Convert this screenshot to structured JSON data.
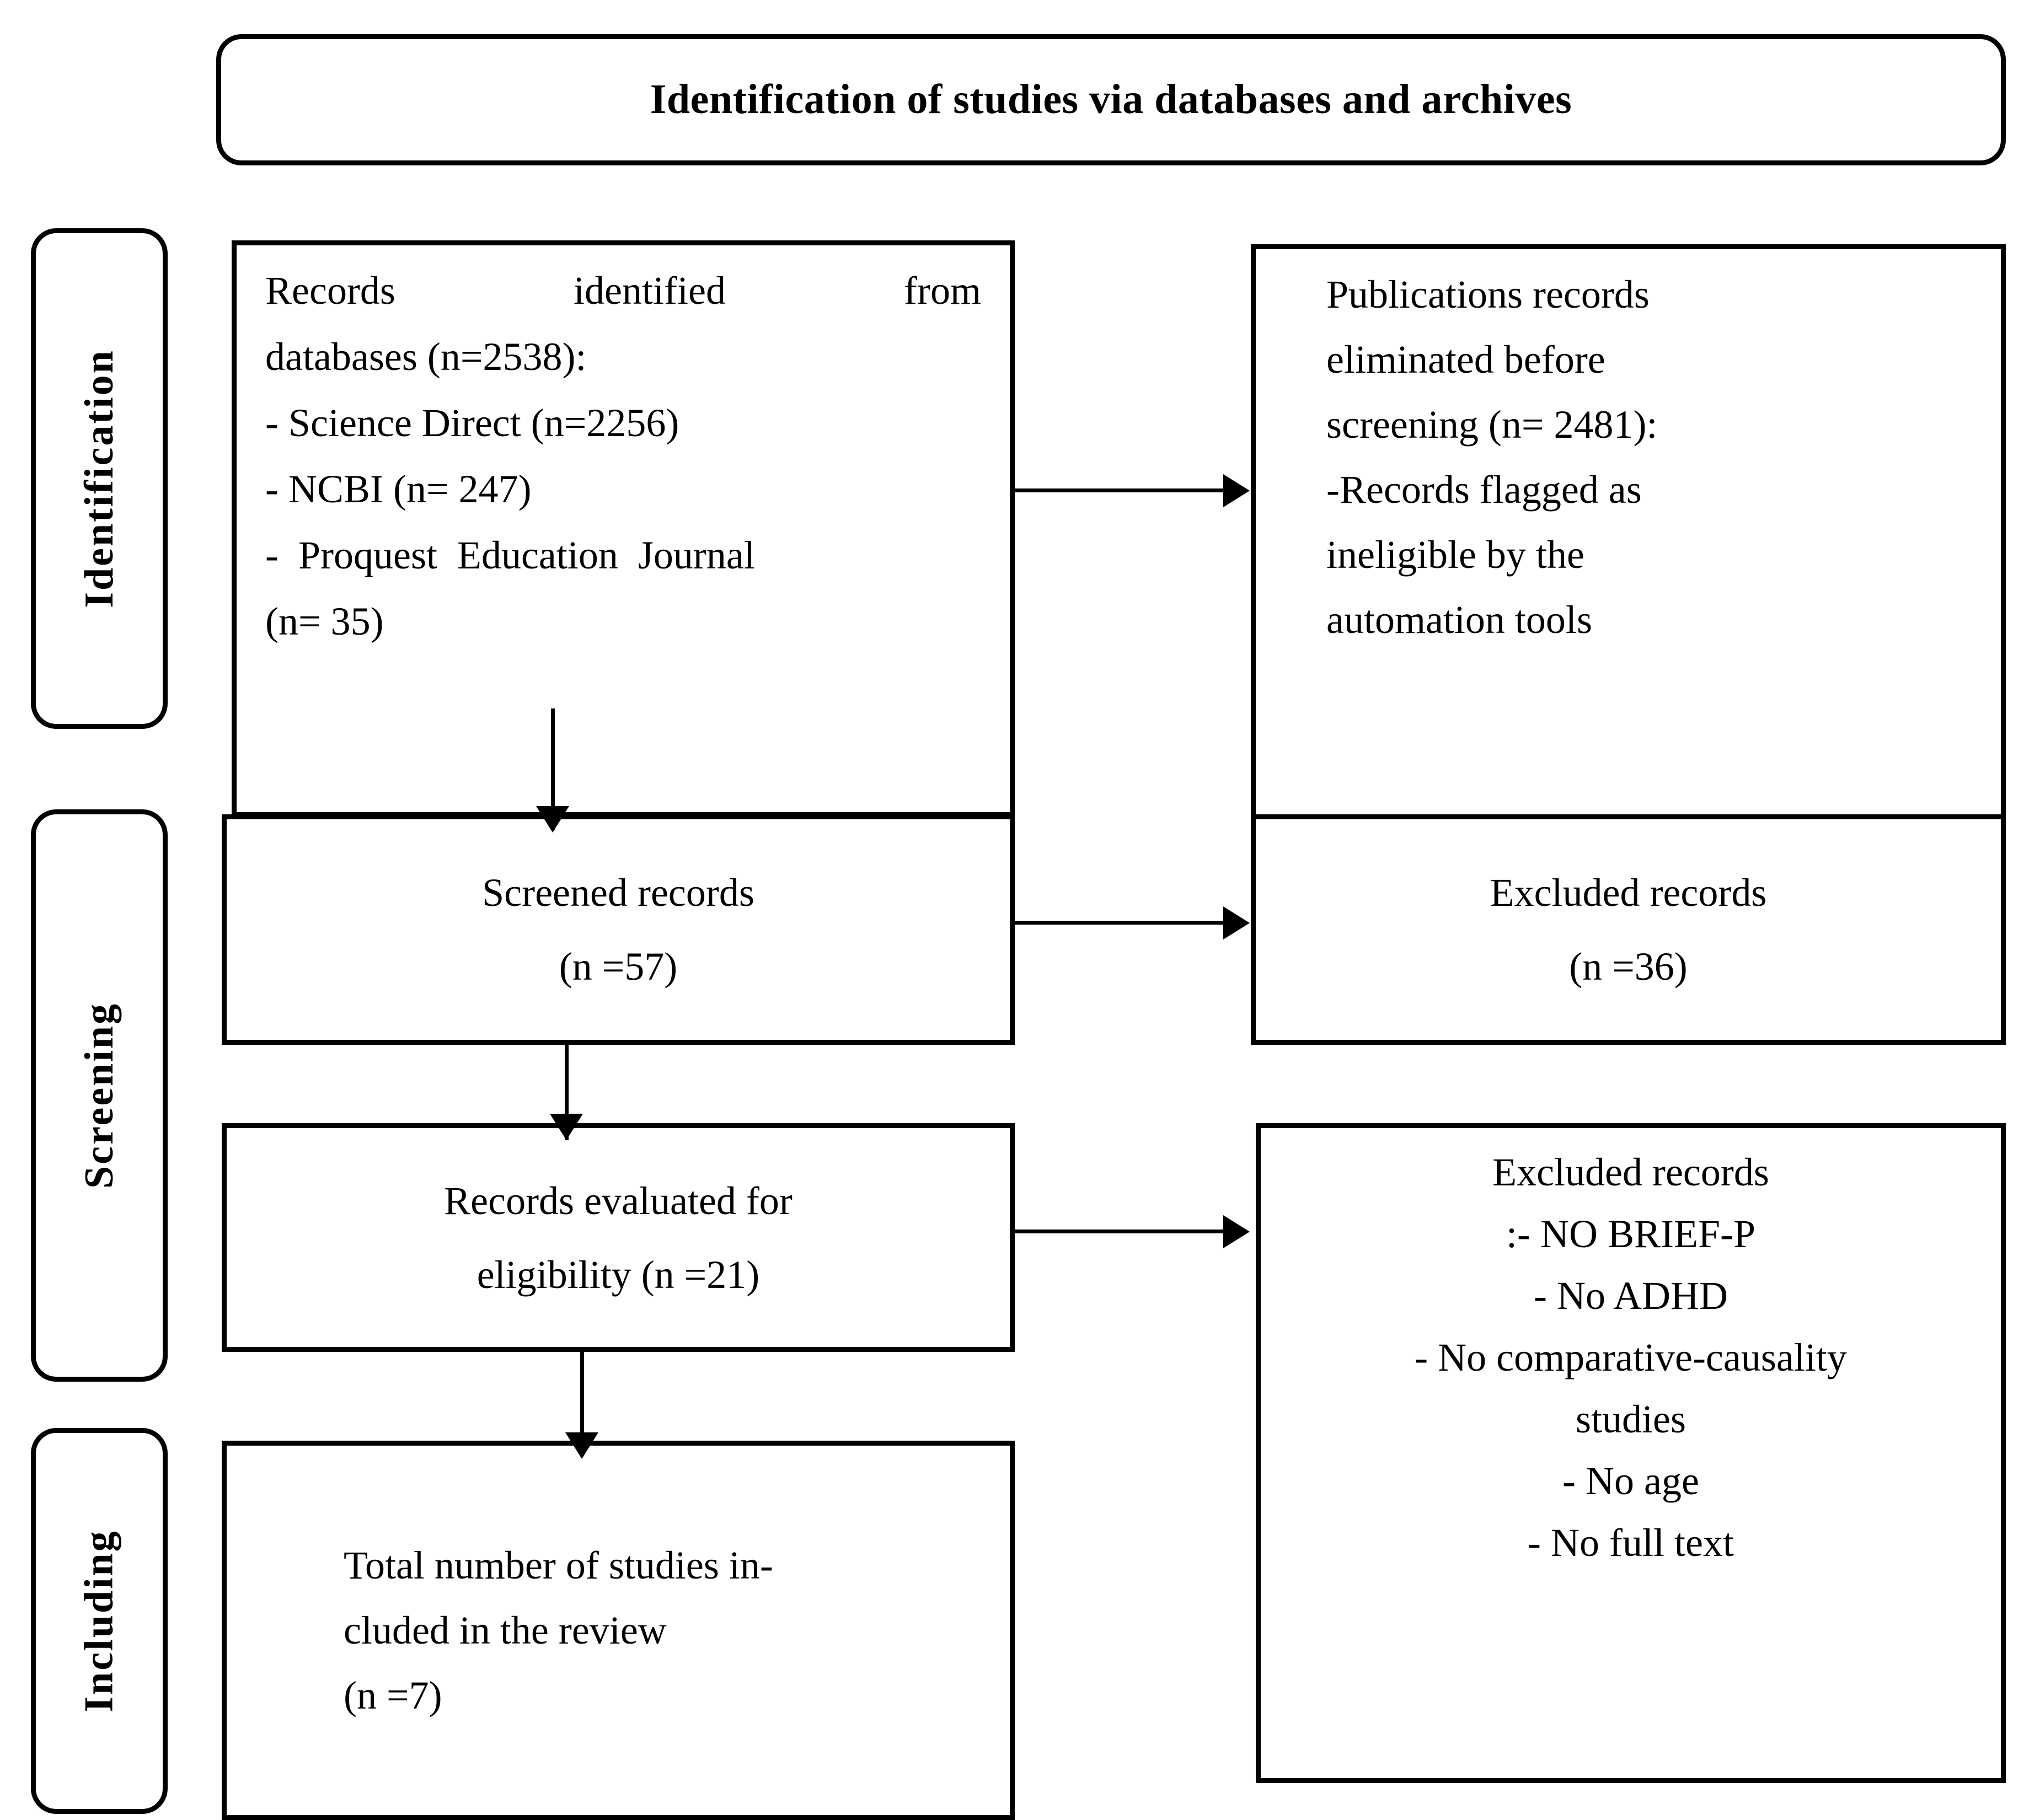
{
  "header": {
    "title": "Identification of studies via databases and archives"
  },
  "stages": [
    {
      "id": "identification",
      "label": "Identification"
    },
    {
      "id": "screening",
      "label": "Screening"
    },
    {
      "id": "including",
      "label": "Including"
    }
  ],
  "boxes": {
    "records_identified": {
      "name": "records-identified-from-databases",
      "lines": [
        "Records identified from",
        "databases (n=2538):",
        "- Science Direct (n=2256)",
        "- NCBI (n= 247)",
        "-  Proquest  Education  Journal",
        "(n= 35)"
      ],
      "line1_words": [
        "Records",
        "identified",
        "from"
      ]
    },
    "publications_eliminated": {
      "name": "publications-records-eliminated-before-screening",
      "lines": [
        "Publications records",
        "eliminated before",
        "screening (n= 2481):",
        "-Records flagged as",
        "ineligible by the",
        "automation tools"
      ]
    },
    "screened_records": {
      "name": "screened-records",
      "lines": [
        "Screened records",
        "(n =57)"
      ]
    },
    "excluded_records_small": {
      "name": "excluded-records-screening",
      "lines": [
        "Excluded records",
        "(n =36)"
      ]
    },
    "records_evaluated": {
      "name": "records-evaluated-for-eligibility",
      "lines": [
        "Records evaluated for",
        "eligibility (n =21)"
      ]
    },
    "excluded_records_large": {
      "name": "excluded-records-eligibility",
      "lines": [
        "Excluded records",
        ":- NO BRIEF-P",
        "- No ADHD",
        "- No comparative-causality",
        "studies",
        "- No age",
        "- No full text"
      ]
    },
    "total_included": {
      "name": "total-studies-included-in-review",
      "lines": [
        "Total number of studies in-",
        "cluded in the review",
        "(n =7)"
      ]
    }
  },
  "flow_data": {
    "type": "prisma-flow",
    "records_identified_total": 2538,
    "sources": [
      {
        "name": "Science Direct",
        "n": 2256
      },
      {
        "name": "NCBI",
        "n": 247
      },
      {
        "name": "Proquest Education Journal",
        "n": 35
      }
    ],
    "eliminated_before_screening": 2481,
    "screened": 57,
    "excluded_at_screening": 36,
    "evaluated_for_eligibility": 21,
    "excluded_at_eligibility_reasons": [
      "NO BRIEF-P",
      "No ADHD",
      "No comparative-causality studies",
      "No age",
      "No full text"
    ],
    "included_in_review": 7
  },
  "colors": {
    "stroke": "#000000",
    "background": "#ffffff"
  }
}
